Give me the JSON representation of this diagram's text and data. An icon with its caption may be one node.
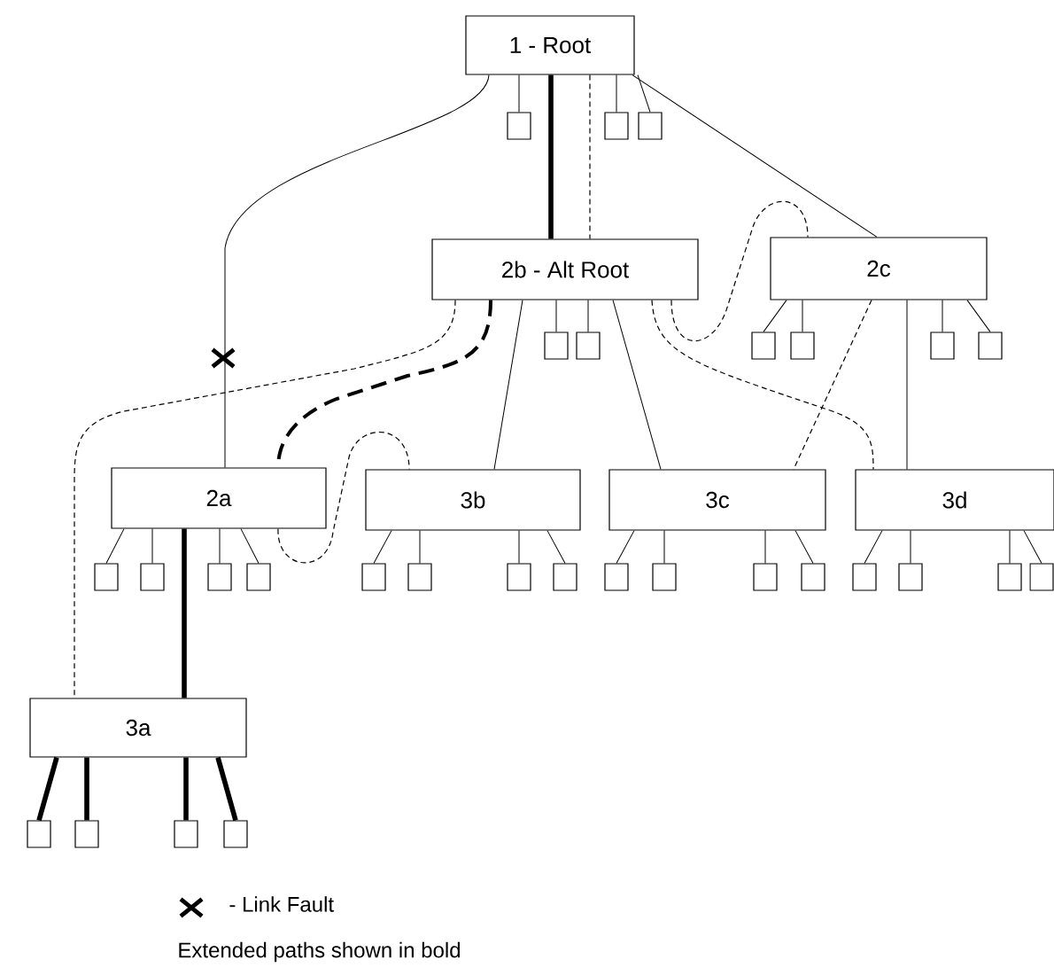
{
  "diagram": {
    "nodes": [
      {
        "text": [
          "1 - Root"
        ]
      },
      {
        "text": [],
        "shape": "box"
      },
      {
        "text": [],
        "shape": "box"
      },
      {
        "text": [],
        "shape": "box"
      },
      {
        "text": [
          "2b - Alt Root"
        ]
      },
      {
        "text": [
          "2c"
        ]
      },
      {
        "text": [],
        "shape": "box"
      },
      {
        "text": [],
        "shape": "box"
      },
      {
        "text": [],
        "shape": "box"
      },
      {
        "text": [],
        "shape": "box"
      },
      {
        "text": [],
        "shape": "box"
      },
      {
        "text": [],
        "shape": "box"
      },
      {
        "text": [
          "2a"
        ]
      },
      {
        "text": [
          "3b"
        ]
      },
      {
        "text": [
          "3c"
        ]
      },
      {
        "text": [
          "3d"
        ]
      },
      {
        "text": [],
        "shape": "box"
      },
      {
        "text": [],
        "shape": "box"
      },
      {
        "text": [],
        "shape": "box"
      },
      {
        "text": [],
        "shape": "box"
      },
      {
        "text": [],
        "shape": "box"
      },
      {
        "text": [],
        "shape": "box"
      },
      {
        "text": [],
        "shape": "box"
      },
      {
        "text": [],
        "shape": "box"
      },
      {
        "text": [],
        "shape": "box"
      },
      {
        "text": [],
        "shape": "box"
      },
      {
        "text": [],
        "shape": "box"
      },
      {
        "text": [],
        "shape": "box"
      },
      {
        "text": [],
        "shape": "box"
      },
      {
        "text": [],
        "shape": "box"
      },
      {
        "text": [],
        "shape": "box"
      },
      {
        "text": [],
        "shape": "box"
      },
      {
        "text": [
          "3a"
        ]
      },
      {
        "text": [],
        "shape": "box"
      },
      {
        "text": [],
        "shape": "box"
      },
      {
        "text": [],
        "shape": "box"
      },
      {
        "text": [],
        "shape": "box"
      }
    ],
    "edges": [
      {
        "from": 0,
        "to": 4,
        "arrow": "none",
        "style": "thick"
      },
      {
        "from": 0,
        "to": 4,
        "arrow": "none",
        "style": "dashed"
      },
      {
        "from": 0,
        "to": 5,
        "arrow": "none"
      },
      {
        "from": 0,
        "to": 12,
        "arrow": "none"
      },
      {
        "from": 4,
        "to": 12,
        "arrow": "none",
        "style": "dashed"
      },
      {
        "from": 4,
        "to": 32,
        "arrow": "none",
        "style": "dashed"
      },
      {
        "from": 4,
        "to": 5,
        "arrow": "none",
        "style": "dashed"
      },
      {
        "from": 4,
        "to": 13,
        "arrow": "none"
      },
      {
        "from": 4,
        "to": 14,
        "arrow": "none"
      },
      {
        "from": 4,
        "to": 15,
        "arrow": "none",
        "style": "dashed"
      },
      {
        "from": 5,
        "to": 14,
        "arrow": "none",
        "style": "dashed"
      },
      {
        "from": 5,
        "to": 15,
        "arrow": "none"
      },
      {
        "from": 12,
        "to": 32,
        "arrow": "none",
        "style": "thick"
      },
      {
        "from": 12,
        "to": 13,
        "arrow": "none",
        "style": "dashed"
      },
      {
        "from": 0,
        "to": 1,
        "arrow": "none"
      },
      {
        "from": 0,
        "to": 2,
        "arrow": "none"
      },
      {
        "from": 0,
        "to": 3,
        "arrow": "none"
      },
      {
        "from": 4,
        "to": 6,
        "arrow": "none"
      },
      {
        "from": 4,
        "to": 7,
        "arrow": "none"
      },
      {
        "from": 5,
        "to": 8,
        "arrow": "none"
      },
      {
        "from": 5,
        "to": 9,
        "arrow": "none"
      },
      {
        "from": 5,
        "to": 10,
        "arrow": "none"
      },
      {
        "from": 5,
        "to": 11,
        "arrow": "none"
      },
      {
        "from": 12,
        "to": 16,
        "arrow": "none"
      },
      {
        "from": 12,
        "to": 17,
        "arrow": "none"
      },
      {
        "from": 12,
        "to": 18,
        "arrow": "none"
      },
      {
        "from": 12,
        "to": 19,
        "arrow": "none"
      },
      {
        "from": 13,
        "to": 20,
        "arrow": "none"
      },
      {
        "from": 13,
        "to": 21,
        "arrow": "none"
      },
      {
        "from": 13,
        "to": 22,
        "arrow": "none"
      },
      {
        "from": 13,
        "to": 23,
        "arrow": "none"
      },
      {
        "from": 14,
        "to": 24,
        "arrow": "none"
      },
      {
        "from": 14,
        "to": 25,
        "arrow": "none"
      },
      {
        "from": 14,
        "to": 26,
        "arrow": "none"
      },
      {
        "from": 14,
        "to": 27,
        "arrow": "none"
      },
      {
        "from": 15,
        "to": 28,
        "arrow": "none"
      },
      {
        "from": 15,
        "to": 29,
        "arrow": "none"
      },
      {
        "from": 15,
        "to": 30,
        "arrow": "none"
      },
      {
        "from": 15,
        "to": 31,
        "arrow": "none"
      },
      {
        "from": 32,
        "to": 33,
        "arrow": "none",
        "style": "thick"
      },
      {
        "from": 32,
        "to": 34,
        "arrow": "none",
        "style": "thick"
      },
      {
        "from": 32,
        "to": 35,
        "arrow": "none",
        "style": "thick"
      },
      {
        "from": 32,
        "to": 36,
        "arrow": "none",
        "style": "thick"
      }
    ],
    "labels": [
      "Extended paths shown in bold"
    ],
    "legend": [
      {
        "text": "- Link Fault"
      }
    ]
  }
}
